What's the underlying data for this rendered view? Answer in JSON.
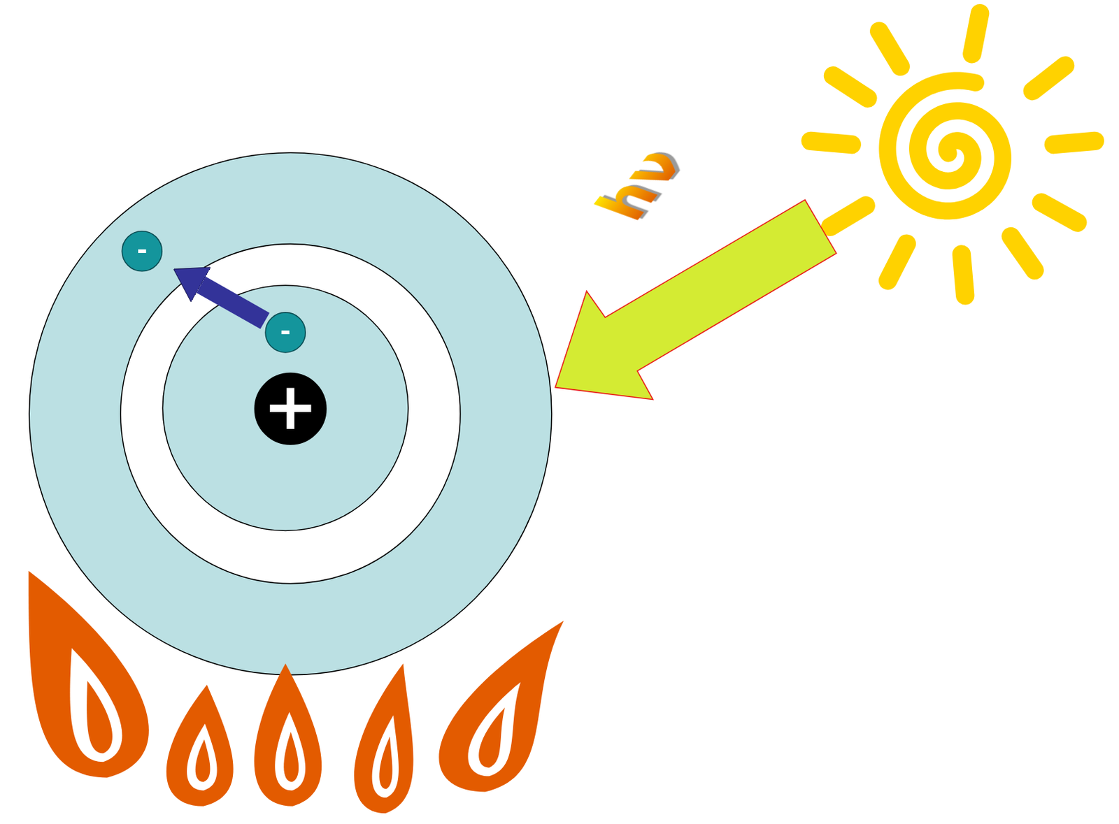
{
  "diagram": {
    "nodes": [
      {
        "text": [
          "-"
        ]
      },
      {
        "text": [
          "-"
        ]
      },
      {
        "text": [
          "+"
        ]
      }
    ],
    "edges": [
      {
        "from": 1,
        "to": 0,
        "arrow": "to"
      }
    ],
    "labels": [
      "hν"
    ]
  }
}
